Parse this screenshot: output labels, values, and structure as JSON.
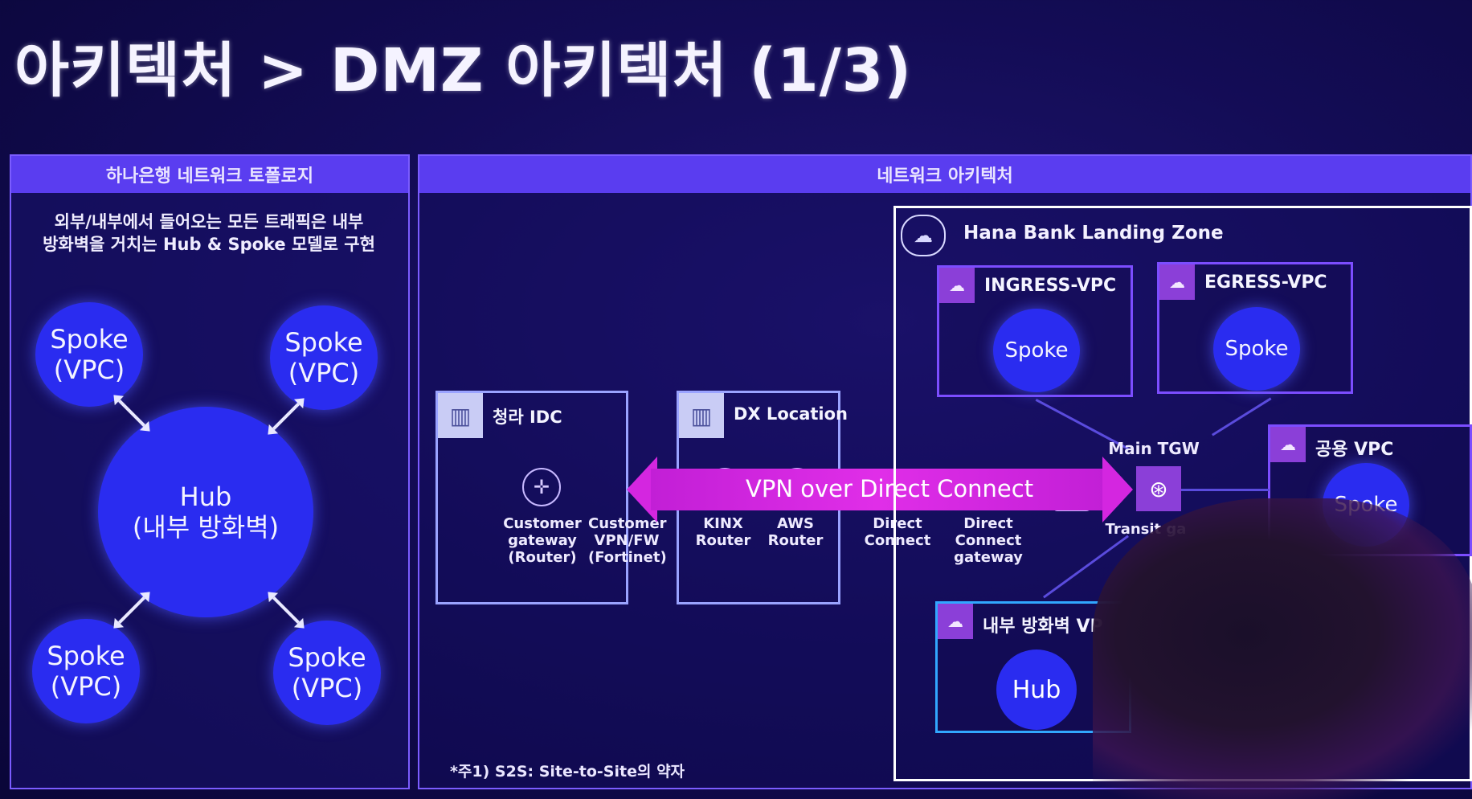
{
  "title": "아키텍처 > DMZ 아키텍처 (1/3)",
  "left_panel": {
    "header": "하나은행 네트워크 토폴로지",
    "subtitle_line1": "외부/내부에서 들어오는 모든 트래픽은 내부",
    "subtitle_line2": "방화벽을 거치는 Hub & Spoke 모델로 구현",
    "hub_label_1": "Hub",
    "hub_label_2": "(내부 방화벽)",
    "spoke_line1": "Spoke",
    "spoke_line2": "(VPC)"
  },
  "right_panel": {
    "header": "네트워크 아키텍처",
    "idc": {
      "label": "청라 IDC",
      "customer_gateway": "Customer gateway (Router)",
      "customer_vpn": "Customer VPN/FW (Fortinet)"
    },
    "dx": {
      "label": "DX Location",
      "kinx_router": "KINX Router",
      "aws_router": "AWS Router"
    },
    "direct_connect": "Direct Connect",
    "dx_gateway": "Direct Connect gateway",
    "vpn_text": "VPN over Direct Connect",
    "landing_zone": "Hana Bank Landing Zone",
    "ingress_vpc": "INGRESS-VPC",
    "egress_vpc": "EGRESS-VPC",
    "shared_vpc": "공용 VPC",
    "internal_fw_vpc": "내부 방화벽 VP",
    "spoke": "Spoke",
    "hub": "Hub",
    "main_tgw": "Main TGW",
    "transit_gateway": "Transit ga",
    "footnote": "*주1) S2S: Site-to-Site의 약자"
  },
  "icons": [
    "building-icon",
    "cloud-icon",
    "router-icon",
    "transit-gateway-icon",
    "lock-icon",
    "vpc-icon"
  ]
}
